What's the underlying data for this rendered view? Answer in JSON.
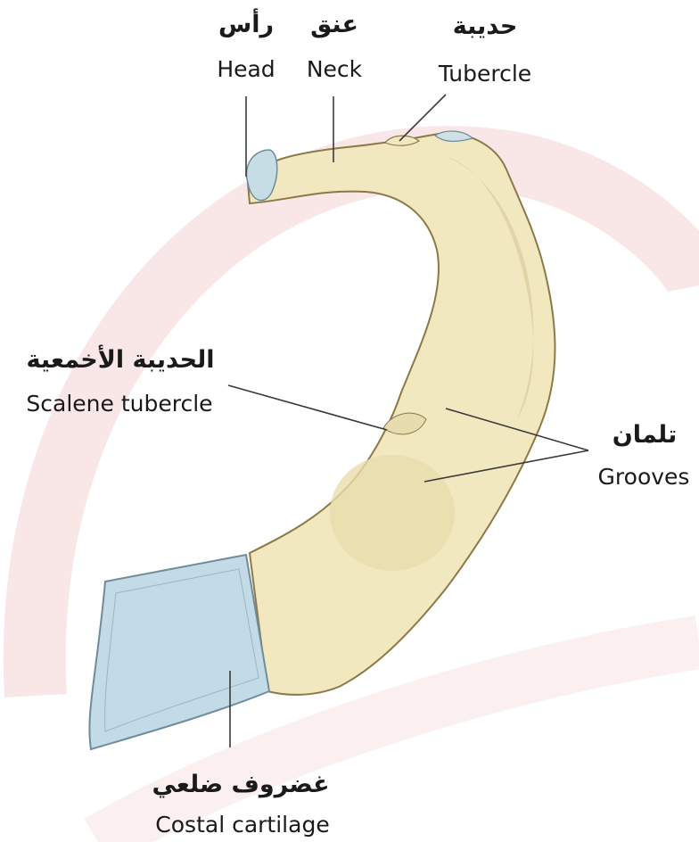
{
  "labels": {
    "head": {
      "ar": "رأس",
      "en": "Head"
    },
    "neck": {
      "ar": "عنق",
      "en": "Neck"
    },
    "tubercle": {
      "ar": "حديبة",
      "en": "Tubercle"
    },
    "scalene_tubercle": {
      "ar": "الحديبة الأخمعية",
      "en": "Scalene tubercle"
    },
    "grooves": {
      "ar": "تلمان",
      "en": "Grooves"
    },
    "costal_cartilage": {
      "ar": "غضروف ضلعي",
      "en": "Costal cartilage"
    }
  },
  "colors": {
    "bone": "#f1e8bf",
    "bone_shade": "#ddd0a1",
    "bone_outline": "#8b7a48",
    "cartilage": "#c3dbe6",
    "cartilage_outline": "#6f8c9b",
    "watermark": "#f6dddd",
    "leader_line": "#3a3a3a"
  }
}
